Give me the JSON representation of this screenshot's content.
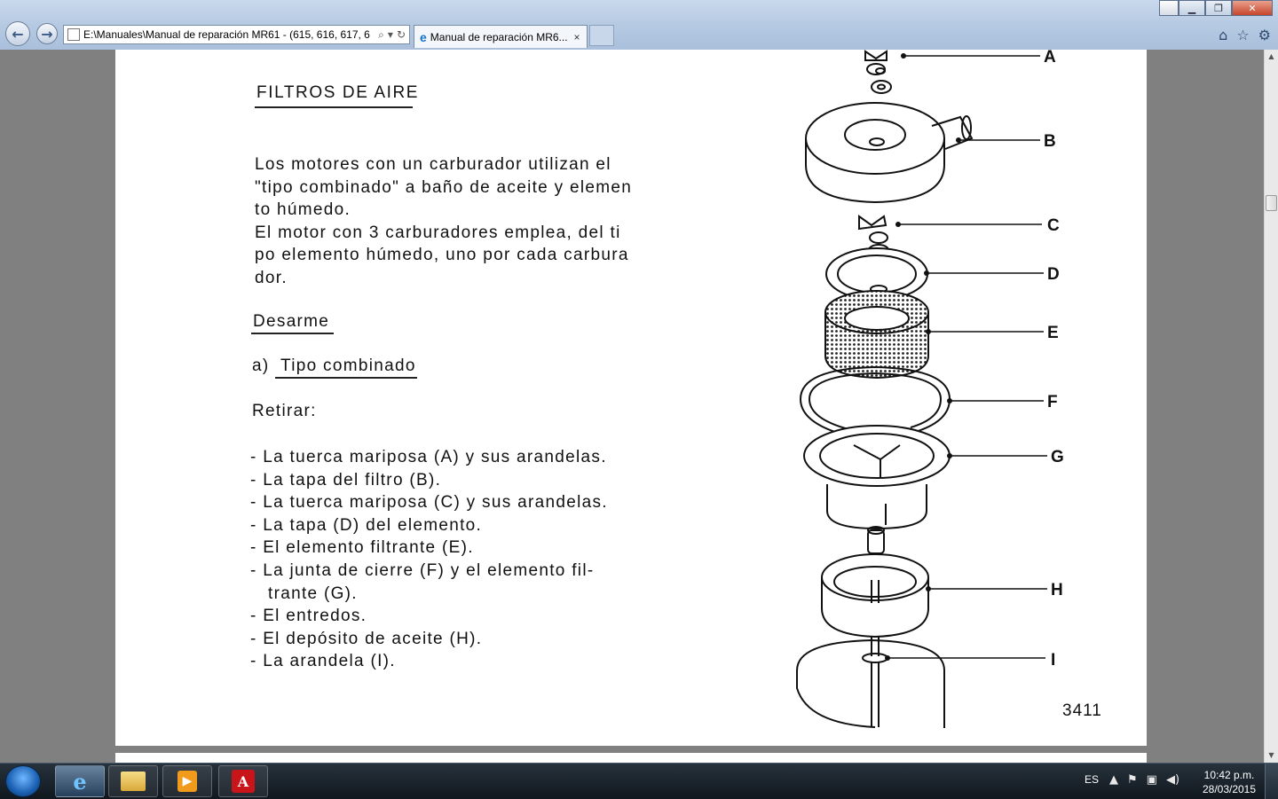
{
  "browser": {
    "address": "E:\\Manuales\\Manual de reparación MR61 - (615, 616, 617, 6",
    "tab_title": "Manual de reparación MR6...",
    "tab_close": "×"
  },
  "document": {
    "section_title": "FILTROS DE AIRE",
    "intro_lines": [
      "Los motores con un carburador utilizan el",
      "\"tipo combinado\" a baño de aceite y elemen",
      "to húmedo.",
      "El motor con 3 carburadores emplea, del ti",
      "po elemento húmedo, uno por cada carbura",
      "dor."
    ],
    "subsection_title": "Desarme",
    "item_prefix": "a)",
    "item_title": "Tipo combinado",
    "retirar_label": "Retirar:",
    "steps": [
      "- La tuerca mariposa (A) y sus arandelas.",
      "- La tapa del filtro (B).",
      "- La tuerca mariposa (C) y sus arandelas.",
      "- La tapa (D) del elemento.",
      "- El elemento filtrante (E).",
      "- La junta de cierre (F) y el elemento fil-",
      "trante (G).",
      "- El entredos.",
      "- El depósito de aceite (H).",
      "- La arandela (I)."
    ],
    "figure_number": "3411",
    "callouts": [
      "A",
      "B",
      "C",
      "D",
      "E",
      "F",
      "G",
      "H",
      "I"
    ]
  },
  "taskbar": {
    "language": "ES",
    "time": "10:42 p.m.",
    "date": "28/03/2015",
    "pdf_glyph": "A"
  }
}
